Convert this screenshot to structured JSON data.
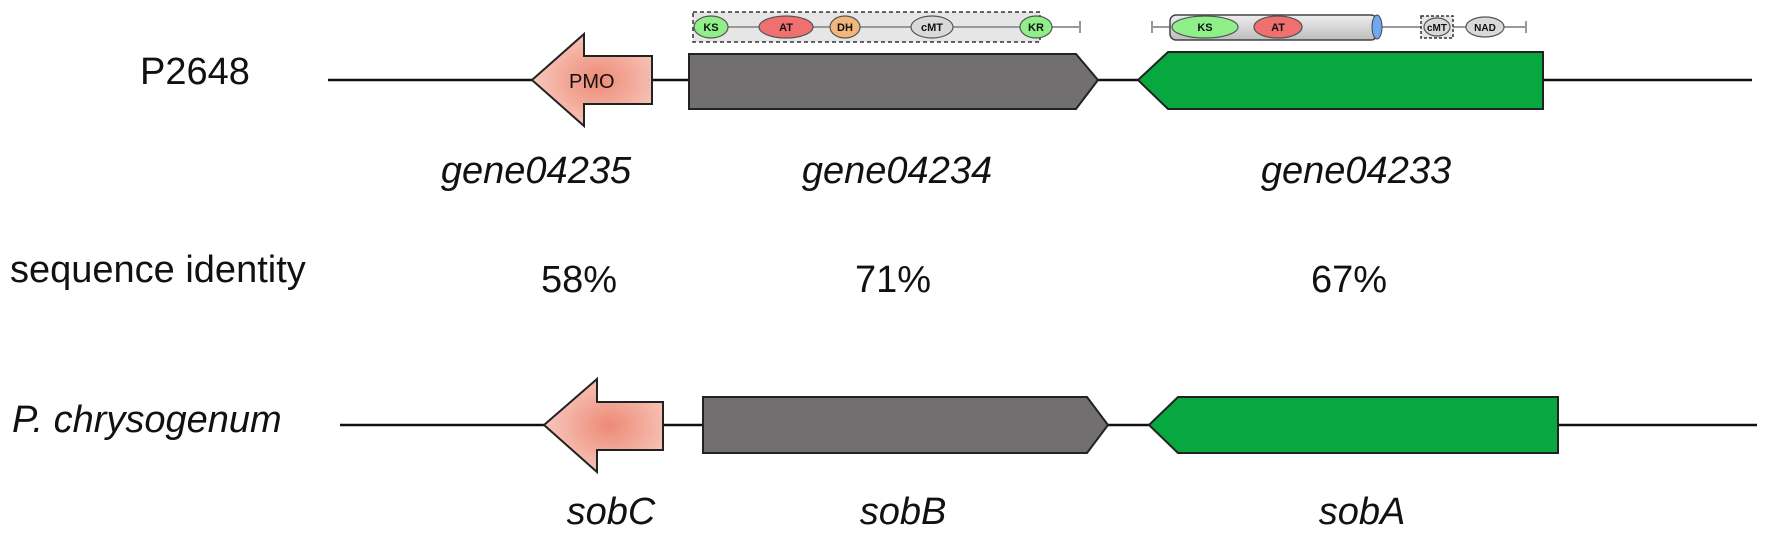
{
  "rows": {
    "top_label": "P2648",
    "identity_label": "sequence identity",
    "bottom_label": "P. chrysogenum"
  },
  "genes_top": {
    "pmo_domain": "PMO",
    "gene1": "gene04235",
    "gene2": "gene04234",
    "gene3": "gene04233"
  },
  "identity": {
    "gene1": "58%",
    "gene2": "71%",
    "gene3": "67%"
  },
  "genes_bottom": {
    "gene1": "sobC",
    "gene2": "sobB",
    "gene3": "sobA"
  },
  "domains_gene2": {
    "ks": "KS",
    "at": "AT",
    "dh": "DH",
    "cmt": "cMT",
    "kr": "KR"
  },
  "domains_gene3": {
    "ks": "KS",
    "at": "AT",
    "cmt": "cMT",
    "nad": "NAD"
  },
  "colors": {
    "pmo": "#f2aa98",
    "pks_gray": "#716f6f",
    "nrps_green": "#07a83f",
    "ks_green": "#8ff08a",
    "at_red": "#f07070",
    "dh_orange": "#f4b77b",
    "domain_gray": "#d9d9d9",
    "backbone": "#cfcfcf"
  }
}
